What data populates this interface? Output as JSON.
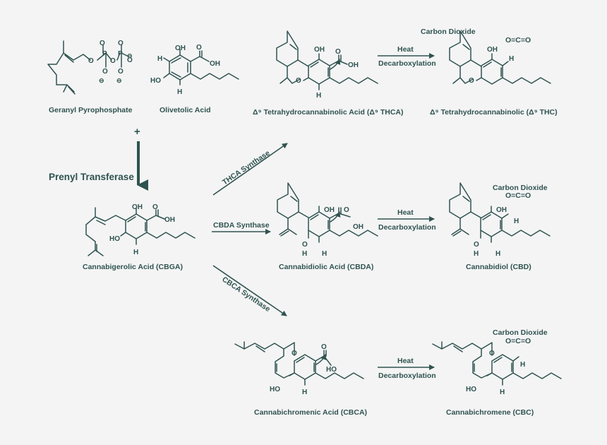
{
  "molecules": {
    "gpp": {
      "name": "Geranyl Pyrophosphate"
    },
    "olivetolic": {
      "name": "Olivetolic Acid"
    },
    "thca": {
      "name": "Δ⁹ Tetrahydrocannabinolic Acid (Δ⁹ THCA)"
    },
    "thc": {
      "name": "Δ⁹ Tetrahydrocannabinolic (Δ⁹ THC)"
    },
    "cbga": {
      "name": "Cannabigerolic Acid (CBGA)"
    },
    "cbda": {
      "name": "Cannabidiolic Acid (CBDA)"
    },
    "cbd": {
      "name": "Cannabidiol (CBD)"
    },
    "cbca": {
      "name": "Cannabichromenic Acid (CBCA)"
    },
    "cbc": {
      "name": "Cannabichromene (CBC)"
    }
  },
  "plus_sign": "+",
  "prenyl_transferase": "Prenyl Transferase",
  "synthases": {
    "thca": "THCA Synthase",
    "cbda": "CBDA Synthase",
    "cbca": "CBCA Synthase"
  },
  "heat": "Heat",
  "decarboxylation": "Decarboxylation",
  "carbon_dioxide": "Carbon Dioxide",
  "co2_formula": "O=C=O",
  "atoms": {
    "O": "O",
    "OH": "OH",
    "HO": "HO",
    "H": "H",
    "P": "P",
    "neg": "⊖"
  },
  "colors": {
    "ink": "#2f5350",
    "background": "#f4f4f4"
  }
}
